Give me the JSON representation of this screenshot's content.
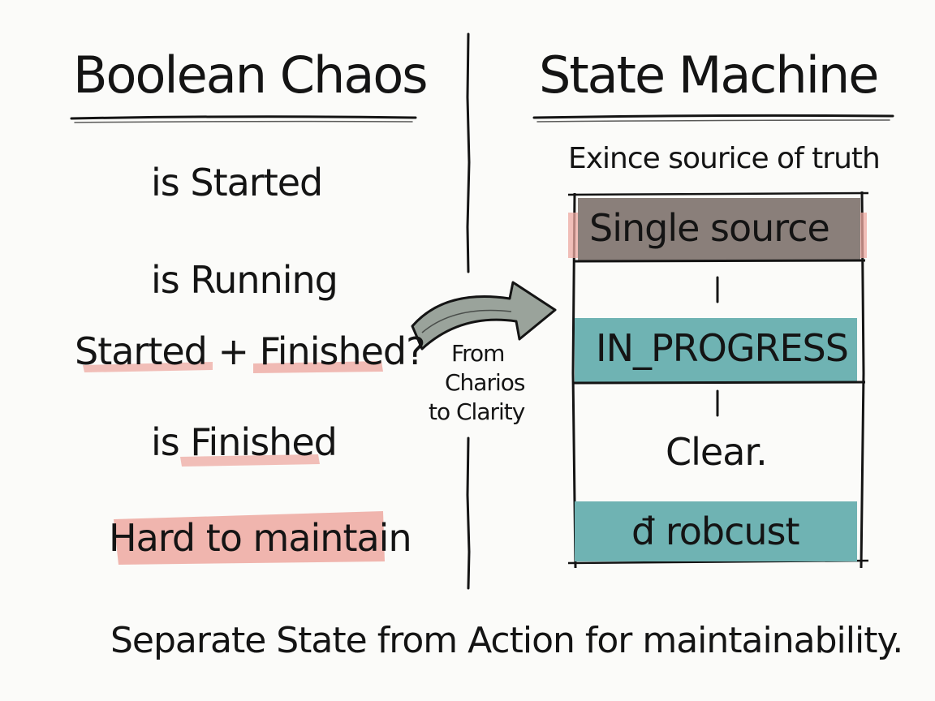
{
  "left": {
    "title": "Boolean Chaos",
    "items": [
      {
        "label": "is Started"
      },
      {
        "label": "is Running"
      },
      {
        "label": "Started + Finished?"
      },
      {
        "label": "is Finished"
      },
      {
        "label": "Hard to maintain"
      }
    ]
  },
  "arrow": {
    "caption_line1": "From",
    "caption_line2": "Charios",
    "caption_line3": "to Clarity"
  },
  "right": {
    "title": "State Machine",
    "subtitle": "Exince sourice of truth",
    "states": [
      {
        "label": "Single source"
      },
      {
        "label": "IN_PROGRESS"
      },
      {
        "label": "Clear."
      },
      {
        "label": "đ robcust"
      }
    ]
  },
  "footer": {
    "text": "Separate State from Action for maintainability."
  },
  "colors": {
    "ink": "#141414",
    "highlight_red": "#eeaaa2",
    "state_brown": "#8a7f7a",
    "state_teal": "#6fb3b3"
  }
}
